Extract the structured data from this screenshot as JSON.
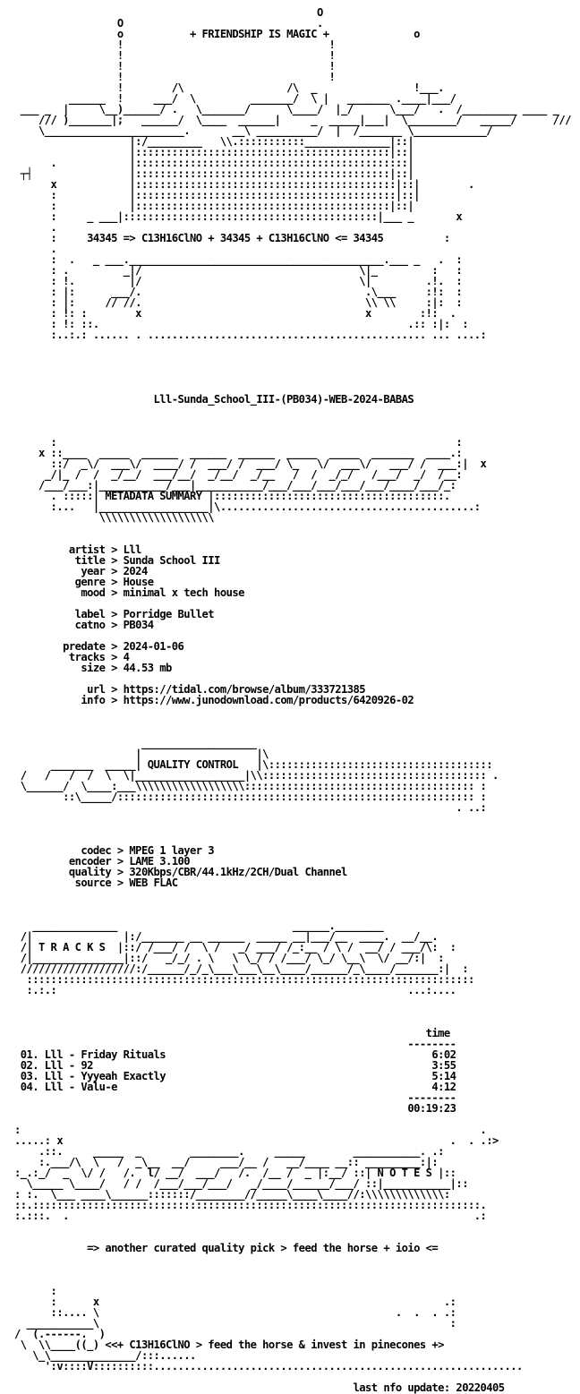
{
  "nfo_lines": [
    "                                                  O",
    "                 O                                .",
    "                 o           + FRIENDSHIP IS MAGIC +              o",
    "                 !                                  !",
    "                 !                                  !",
    "                 !                                  !",
    "                 !                                  !",
    "                 !        /\\                 /\\  _                !___.",
    "         ______  !     ___/  \\         _______/  \\ |   _______ .____|___/",
    " ___ _  |     \\__)______/ .   \\_______/      \\____/  |_/      \\___/   .  /_________ ____ _",
    "    /// )_______|;   ______/  \\____  ______|     _  _____|___|  \\________/   _____/      ///",
    "    \\_______________________.       __\\ __________/  |  /_______ \\____________/",
    "                   |:/_________   \\\\.:::::::::::______________|::|",
    "                   |::::::::::::::::::::::::::::::::::::::::::|::|",
    "      .            |:::::::::::::::::::::::::::::::::::::::::::::|",
    " ┬┤                |::::::::::::::::::::::::::::::::::::::::::|::|",
    "      x            |:::::::::::::::::::::::::::::::::::::::::::|::|        .",
    "      :            |:::::::::::::::::::::::::::::::::::::::::::|::|",
    "      :            |::::::::::::::::::::::::::::::::::::::::::|::|",
    "      :     _ ___|::::::::::::::::::::::::::::::::::::::::::|___ _       x",
    "      .",
    "      :     34345 => C13H16ClNO + 34345 + C13H16ClNO <= 34345          :",
    "      .",
    "      :  .   _ ___.__________________________________________.___ _   .  :",
    "      : .         _|/                                    \\|_         :   :",
    "      : !.         |/                                    \\|         .!.  :",
    "      : |:      ___/.                                     .\\___     :!:  :",
    "      : |:     // //.                                     \\\\ \\\\     :|:  :",
    "      : !: :        x                                     x        :!:  .",
    "      : !: ::.                                                   .:: :|:  :",
    "      :..:.: ...... . .............................................. ... ....:",
    "",
    "",
    "",
    "",
    "",
    "                       Lll-Sunda_School_III-(PB034)-WEB-2024-BABAS",
    "",
    "",
    "",
    "      :                                                                  :",
    "    x ::____  _____  ______  ______  ______  _____  _____  _______  ____.:",
    "      ::/  _\\/  ___\\/  ____/ /  ___/ /  ___/ \\_   \\/  ___\\/   ___/ /  ___:|  x",
    "     _/|_ /  /  _/__/  ___/__/  _/__/  _/__   /  /  _/_/   /___/  _/  /__:",
    "    /___/___:|___________/___|___________/___/___/___/___/___/____/___/_:",
    "      . :::::| METADATA SUMMARY |::::::::::::::::::::::::::::::::::::::.",
    "      :...   |__________________|\\..........................................:",
    "              \\\\\\\\\\\\\\\\\\\\\\\\\\\\\\\\\\\\\\",
    "",
    "",
    "         artist > Lll",
    "          title > Sunda School III",
    "           year > 2024",
    "          genre > House",
    "           mood > minimal x tech house",
    "",
    "          label > Porridge Bullet",
    "          catno > PB034",
    "",
    "        predate > 2024-01-06",
    "         tracks > 4",
    "           size > 44.53 mb",
    "",
    "            url > https://tidal.com/browse/album/333721385",
    "           info > https://www.junodownload.com/products/6420926-02",
    "",
    "",
    "",
    "                     ___________________",
    "                    |                   |\\",
    "      _______  _____| QUALITY CONTROL   |\\:::::::::::::::::::::::::::::::::::::",
    " /   /   /  /  \\  \\|__________________|\\\\::::::::::::::::::::::::::::::::::::: .",
    " \\______/  \\____:___\\\\\\\\\\\\\\\\\\\\\\\\\\\\\\\\\\\\:::::::::::::::::::::::::::::::::::::: :",
    "        ::\\_____/::::::::::::::::::::::::::::::::::::::::::::::::::::::::::: :",
    "                                                                         . ..:",
    "",
    "",
    "",
    "           codec > MPEG 1 layer 3",
    "         encoder > LAME 3.100",
    "         quality > 320Kbps/CBR/44.1kHz/2CH/Dual Channel",
    "          source > WEB FLAC",
    "",
    "",
    "",
    "   ______________                             ______.________",
    " /|               |:/_______ __ ______  _____ __|___/__  ____.  __/__.",
    " /| T R A C K S  |::/ /___/ /  \\ /   _/ ___/ /_:__ / \\ /  __/ / ___/\\:  :",
    " /|_______________|::/   _/_/ . \\   \\ \\_/ / /___/ \\_/ \\__\\  \\/ __/:|  :",
    " ///////////////////:/______/_/_\\___\\___\\__\\____/______/_\\____/_______:|  :",
    "  ::::::::::::::::::::::::::::::::::::::::::::::::::::::::::::::::::::::::::",
    "  :.:.:                                                          ...:....",
    "",
    "",
    "",
    "                                                                    time",
    "                                                                 --------",
    " 01. Lll - Friday Rituals                                            6:02",
    " 02. Lll - 92                                                        3:55",
    " 03. Lll - Yyyeah Exactly                                            5:14",
    " 04. Lll - Valu-e                                                    4:12",
    "                                                                 --------",
    "                                                                 00:19:23",
    "",
    ":                                                                            .",
    ".....: x                                                                .  . .:>",
    "    .::.     _____  _        ________.     _____        ___________. .:",
    "    :.___/\\  \\   /  _\\__  __/     ___/__ /   __/____ __:: _________:|:",
    ":_.:_/  _  \\/ /   /.  l/ __/  ___/   /.  /__ /  _ |:__/ ::| N O T E S |::",
    "  \\_____ \\____/   / /  /___/___/___/   _/____/______/___/ ::|___________|::",
    ": :.  \\___ ____\\______:::::::/________//_____\\____\\____//:\\\\\\\\\\\\\\\\\\\\\\\\\\:",
    "::.::::::::::::::::::::::::::::::::::::::::::::::::::::::::::::::::::::::::::.",
    ":.:::.  .                                                                   .:",
    "",
    "",
    "            => another curated quality pick > feed the horse + ioio <=",
    "",
    "",
    "",
    "      :",
    "      :      x                                                         .:",
    "      ::.... \\                                                 .  .  . .:",
    "  ___________\\                                                          :",
    "/  (.------.  )",
    " \\  \\\\____((_) <<+ C13H16ClNO > feed the horse & invest in pinecones +>",
    "   \\_\\______________/:::......",
    "     ':v::::V::::::::::.............................................................",
    "",
    "                                                        last nfo update: 20220405"
  ]
}
